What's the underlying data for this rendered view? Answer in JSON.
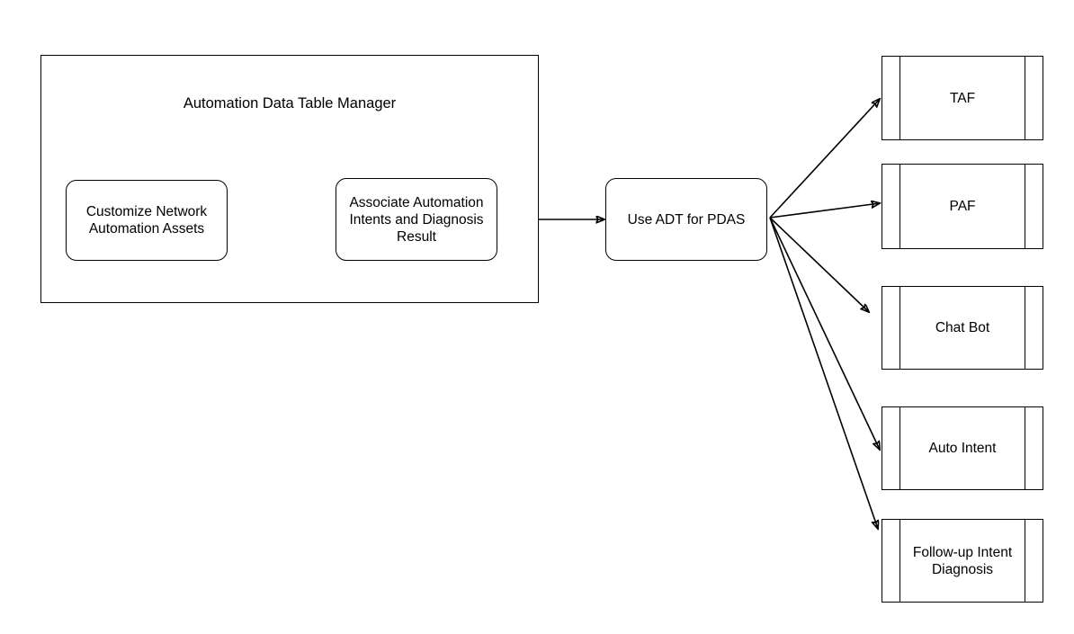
{
  "diagram": {
    "type": "flowchart",
    "title": "Automation Data Table Manager",
    "background": "#ffffff",
    "stroke_color": "#000000",
    "text_color": "#000000"
  },
  "group": {
    "label": "Automation Data Table Manager",
    "nodes": [
      {
        "id": "customize-network-automation-assets",
        "label": "Customize Network Automation Assets",
        "shape": "rounded-rectangle"
      },
      {
        "id": "associate-automation-intents-and-diagnosis-result",
        "label": "Associate Automation Intents and Diagnosis Result",
        "shape": "rounded-rectangle"
      }
    ]
  },
  "hub": {
    "id": "use-adt-for-pdas",
    "label": "Use ADT for PDAS",
    "shape": "rounded-rectangle"
  },
  "consumers": [
    {
      "id": "taf",
      "label": "TAF",
      "shape": "predefined-process"
    },
    {
      "id": "paf",
      "label": "PAF",
      "shape": "predefined-process"
    },
    {
      "id": "chat-bot",
      "label": "Chat Bot",
      "shape": "predefined-process"
    },
    {
      "id": "auto-intent",
      "label": "Auto Intent",
      "shape": "predefined-process"
    },
    {
      "id": "follow-up-intent-diagnosis",
      "label": "Follow-up Intent Diagnosis",
      "shape": "predefined-process"
    }
  ],
  "edges": [
    {
      "from": "customize-network-automation-assets",
      "to": "associate-automation-intents-and-diagnosis-result",
      "style": "solid",
      "arrow": "end"
    },
    {
      "from": "associate-automation-intents-and-diagnosis-result",
      "to": "use-adt-for-pdas",
      "style": "solid",
      "arrow": "end"
    },
    {
      "from": "use-adt-for-pdas",
      "to": "taf",
      "style": "solid",
      "arrow": "end"
    },
    {
      "from": "use-adt-for-pdas",
      "to": "paf",
      "style": "solid",
      "arrow": "end"
    },
    {
      "from": "use-adt-for-pdas",
      "to": "chat-bot",
      "style": "solid",
      "arrow": "end"
    },
    {
      "from": "use-adt-for-pdas",
      "to": "auto-intent",
      "style": "solid",
      "arrow": "end"
    },
    {
      "from": "use-adt-for-pdas",
      "to": "follow-up-intent-diagnosis",
      "style": "solid",
      "arrow": "end"
    }
  ]
}
